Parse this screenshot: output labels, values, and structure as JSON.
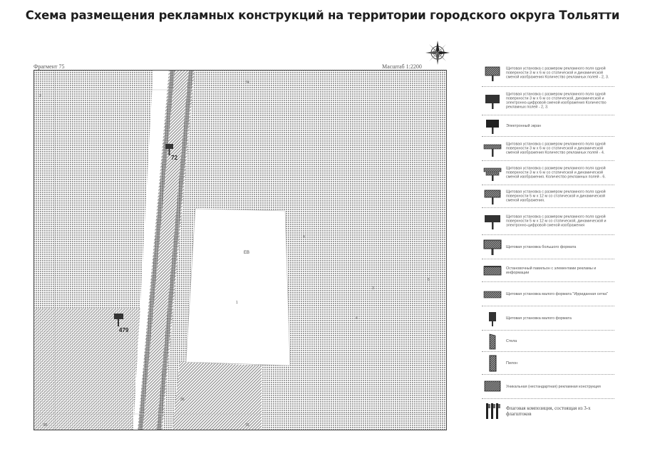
{
  "title": "Схема размещения рекламных конструкций на территории городского округа Тольятти",
  "fragment_label": "Фрагмент 75",
  "scale_label": "Масштаб 1:2200",
  "map": {
    "markers": [
      {
        "id": "72",
        "label": "72"
      },
      {
        "id": "479",
        "label": "479"
      }
    ],
    "grid_labels": {
      "top": "74",
      "bottom": "76",
      "bottom_left": "85",
      "building": "ЕВ",
      "right_a": "4",
      "right_b": "3",
      "right_c": "5",
      "right_d": "4",
      "left_small": "3",
      "mid_small": "1",
      "lower_small": "36"
    }
  },
  "legend": [
    {
      "icon": "billboard-3x6-static-dynamic-icon",
      "text": "Щитовая установка с размером рекламного поля одной поверхности 3 м х 6 м со статической и динамической сменой изображения Количество рекламных полей - 2, 3."
    },
    {
      "icon": "billboard-3x6-digital-icon",
      "text": "Щитовая установка с размером рекламного поля одной поверхности 3 м х 6 м со статической, динамической и электронно-цифровой сменой изображения Количество рекламных полей - 2, 3."
    },
    {
      "icon": "electronic-screen-icon",
      "text": "Электронный экран"
    },
    {
      "icon": "billboard-4-fields-icon",
      "text": "Щитовая установка с размером рекламного поля одной поверхности 3 м х 6 м со статической и динамической сменой изображения Количество рекламных полей - 4."
    },
    {
      "icon": "billboard-6-fields-icon",
      "text": "Щитовая установка с размером рекламного поля одной поверхности 3 м х 6 м со статической и динамической сменой изображения. Количество рекламных полей - 6."
    },
    {
      "icon": "billboard-5x12-static-icon",
      "text": "Щитовая установка с размером рекламного поля одной поверхности 5 м х 12 м со статической и динамической сменой изображения."
    },
    {
      "icon": "billboard-5x12-digital-icon",
      "text": "Щитовая установка с размером рекламного поля одной поверхности 5 м х 12 м со статической, динамической и электронно-цифровой сменой изображения"
    },
    {
      "icon": "large-format-billboard-icon",
      "text": "Щитовая установка большого формата"
    },
    {
      "icon": "stop-pavilion-icon",
      "text": "Остановочный павильон с элементами рекламы и информации"
    },
    {
      "icon": "small-format-fence-icon",
      "text": "Щитовая установка малого формата \"Ирриданная сетка\""
    },
    {
      "icon": "small-format-billboard-icon",
      "text": "Щитовая установка малого формата"
    },
    {
      "icon": "stela-icon",
      "text": "Стела"
    },
    {
      "icon": "pylon-icon",
      "text": "Пилон"
    },
    {
      "icon": "unique-structure-icon",
      "text": "Уникальная (нестандартная) рекламная конструкция"
    },
    {
      "icon": "flag-composition-icon",
      "text": "Флаговая композиция, состоящая из 3-х флагштоков"
    }
  ]
}
